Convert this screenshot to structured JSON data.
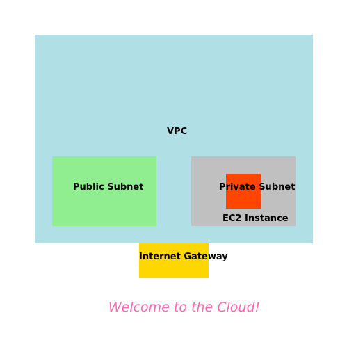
{
  "diagram": {
    "vpc": {
      "label": "VPC",
      "color": "#b0dfe5"
    },
    "public_subnet": {
      "label": "Public Subnet",
      "color": "#90ee90"
    },
    "private_subnet": {
      "label": "Private Subnet",
      "color": "#c0c0c0"
    },
    "ec2_instance": {
      "label": "EC2 Instance",
      "color": "#ff4500"
    },
    "internet_gateway": {
      "label": "Internet Gateway",
      "color": "#ffd700"
    }
  },
  "welcome": {
    "text": "Welcome to the Cloud!",
    "color": "#ff69b4"
  }
}
